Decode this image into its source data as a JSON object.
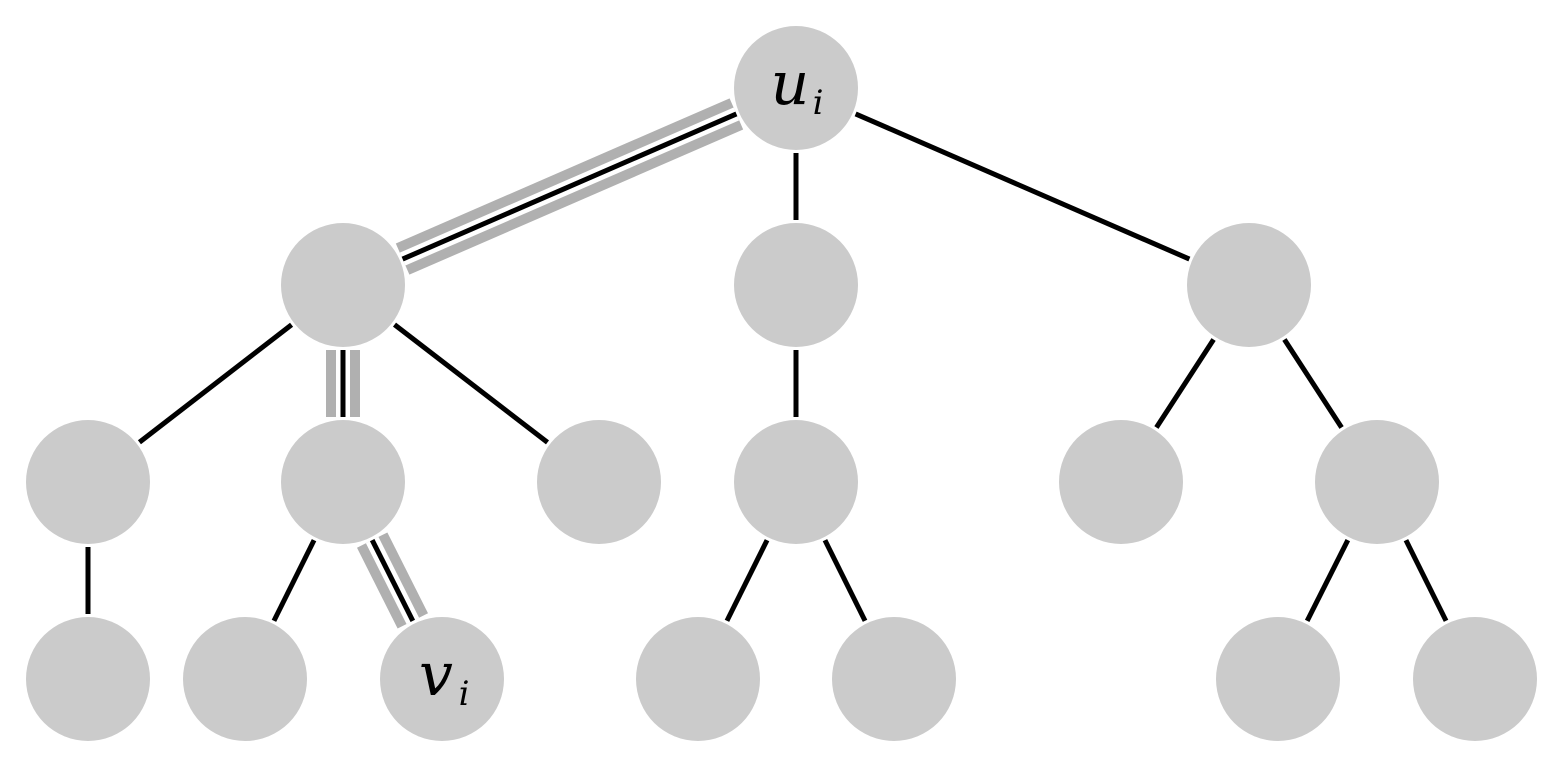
{
  "diagram": {
    "type": "tree",
    "colors": {
      "node_fill": "#cbcbcb",
      "edge": "#000000",
      "highlight": "#b0b0b0"
    },
    "nodes": [
      {
        "id": "u",
        "label": "u",
        "sub": "i"
      },
      {
        "id": "a",
        "parent": "u"
      },
      {
        "id": "b",
        "parent": "u"
      },
      {
        "id": "c",
        "parent": "u"
      },
      {
        "id": "a1",
        "parent": "a"
      },
      {
        "id": "a2",
        "parent": "a"
      },
      {
        "id": "a3",
        "parent": "a"
      },
      {
        "id": "b1",
        "parent": "b"
      },
      {
        "id": "c1",
        "parent": "c"
      },
      {
        "id": "c2",
        "parent": "c"
      },
      {
        "id": "a1x",
        "parent": "a1"
      },
      {
        "id": "a2x",
        "parent": "a2"
      },
      {
        "id": "v",
        "parent": "a2",
        "label": "v",
        "sub": "i"
      },
      {
        "id": "b1x",
        "parent": "b1"
      },
      {
        "id": "b1y",
        "parent": "b1"
      },
      {
        "id": "c2x",
        "parent": "c2"
      },
      {
        "id": "c2y",
        "parent": "c2"
      }
    ],
    "highlighted_path": [
      "u",
      "a",
      "a2",
      "v"
    ]
  }
}
